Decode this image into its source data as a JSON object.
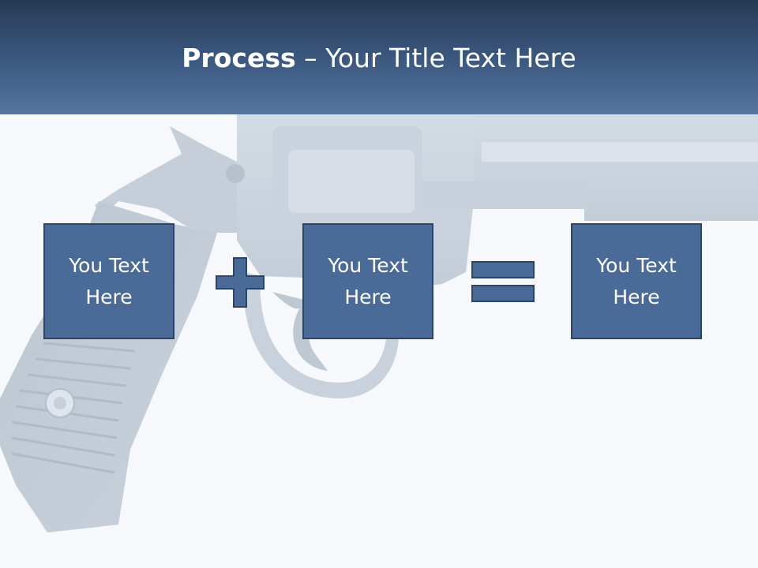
{
  "slide": {
    "title_bold": "Process",
    "title_rest": " – Your Title Text Here"
  },
  "process": {
    "boxes": [
      {
        "label": "You Text Here"
      },
      {
        "label": "You Text Here"
      },
      {
        "label": "You Text Here"
      }
    ],
    "operators": [
      "plus-icon",
      "equals-icon"
    ]
  },
  "colors": {
    "header_top": "#263a55",
    "header_bottom": "#56749f",
    "box_fill": "#4a6a97",
    "box_border": "#2c4468",
    "background": "#f6f8fb"
  }
}
